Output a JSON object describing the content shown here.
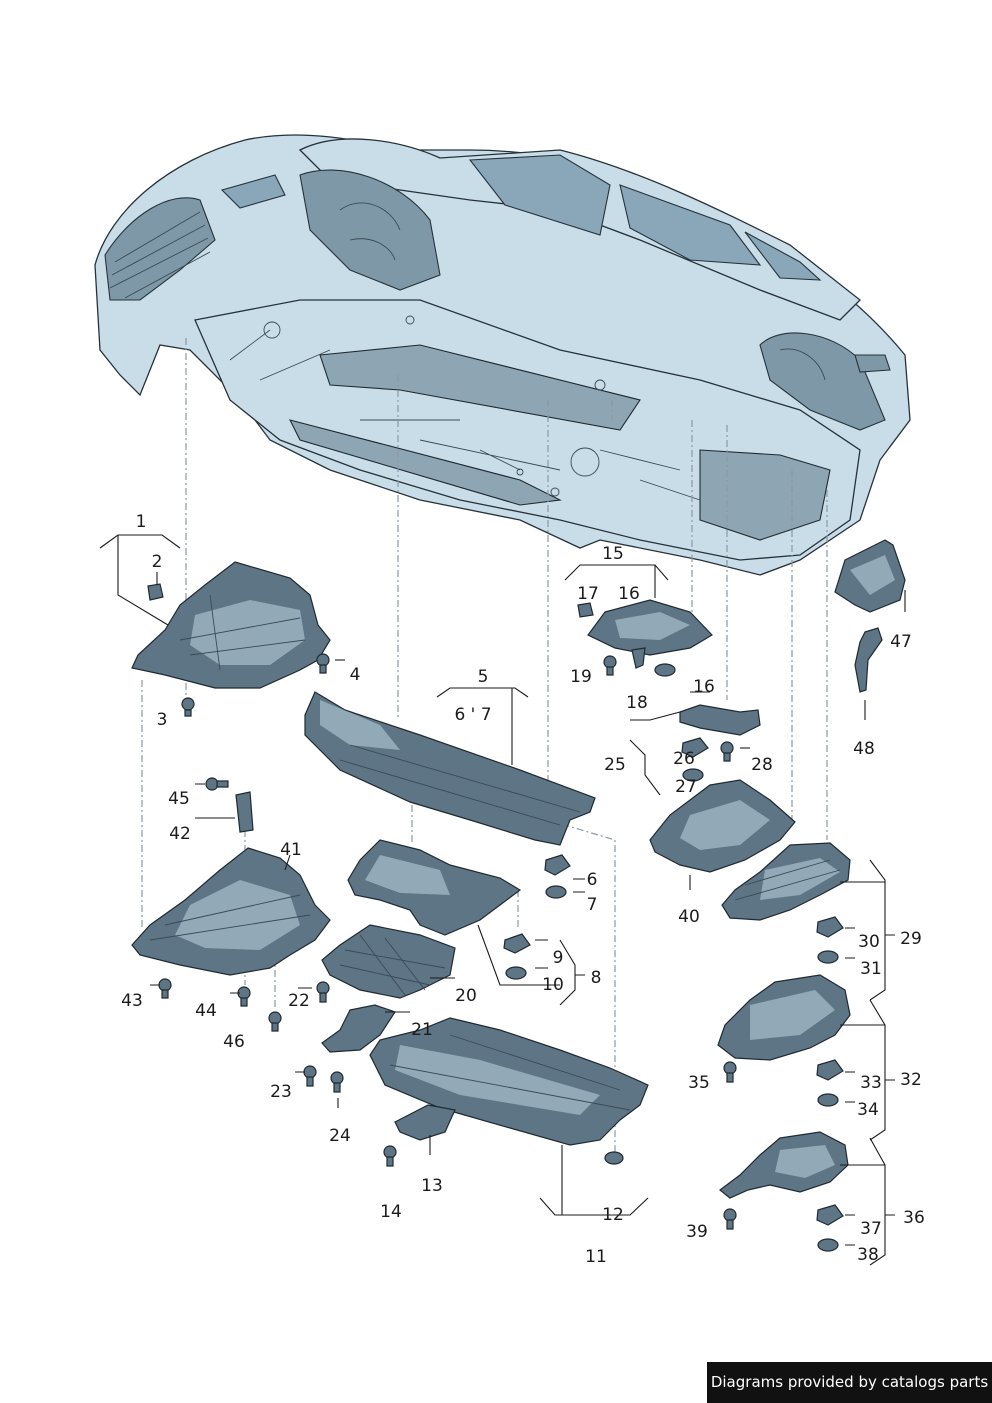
{
  "callouts": {
    "c1": "1",
    "c2": "2",
    "c3": "3",
    "c4": "4",
    "c5": "5",
    "c6_7": "6 ' 7",
    "c6": "6",
    "c7": "7",
    "c8": "8",
    "c9": "9",
    "c10": "10",
    "c11": "11",
    "c12": "12",
    "c13": "13",
    "c14": "14",
    "c15": "15",
    "c16a": "16",
    "c16b": "16",
    "c17": "17",
    "c18": "18",
    "c19": "19",
    "c20": "20",
    "c21": "21",
    "c22": "22",
    "c23": "23",
    "c24": "24",
    "c25": "25",
    "c26": "26",
    "c27": "27",
    "c28": "28",
    "c29": "29",
    "c30": "30",
    "c31": "31",
    "c32": "32",
    "c33": "33",
    "c34": "34",
    "c35": "35",
    "c36": "36",
    "c37": "37",
    "c38": "38",
    "c39": "39",
    "c40": "40",
    "c41": "41",
    "c42": "42",
    "c43": "43",
    "c44": "44",
    "c45": "45",
    "c46": "46",
    "c47": "47",
    "c48": "48"
  },
  "footer": {
    "text": "Diagrams provided by catalogs parts"
  }
}
